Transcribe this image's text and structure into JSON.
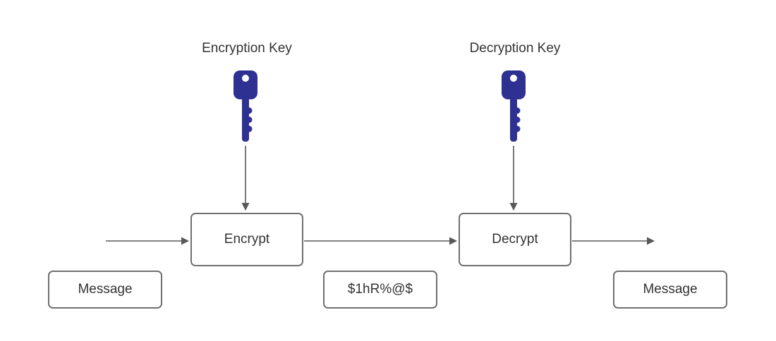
{
  "labels": {
    "encryption_key": "Encryption Key",
    "decryption_key": "Decryption Key"
  },
  "boxes": {
    "encrypt": "Encrypt",
    "decrypt": "Decrypt",
    "message_in": "Message",
    "ciphertext": "$1hR%@$",
    "message_out": "Message"
  },
  "icons": {
    "encryption_key_icon": "key-icon",
    "decryption_key_icon": "key-icon"
  },
  "colors": {
    "key": "#2e3192",
    "box_border": "#707070",
    "arrow": "#595959",
    "text": "#333333",
    "background": "#ffffff"
  }
}
